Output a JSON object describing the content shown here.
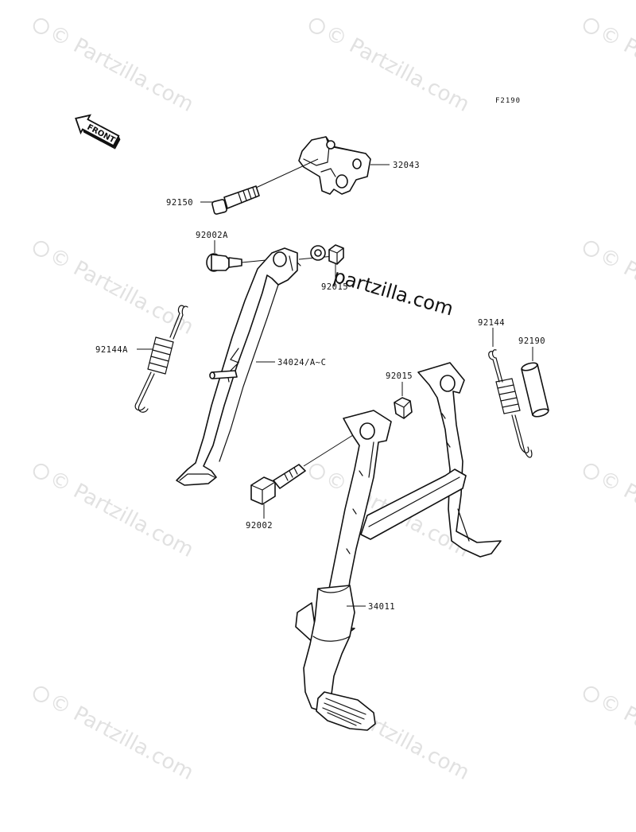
{
  "diagram": {
    "figure_code": "F2190",
    "direction_label": "FRONT",
    "center_watermark": "partzilla.com",
    "watermark_text": "© Partzilla.com",
    "parts": [
      {
        "id": "32043"
      },
      {
        "id": "92150"
      },
      {
        "id": "92002A"
      },
      {
        "id": "92015"
      },
      {
        "id": "92144A"
      },
      {
        "id": "34024/A~C"
      },
      {
        "id": "92015"
      },
      {
        "id": "92144"
      },
      {
        "id": "92190"
      },
      {
        "id": "92002"
      },
      {
        "id": "34011"
      }
    ]
  }
}
